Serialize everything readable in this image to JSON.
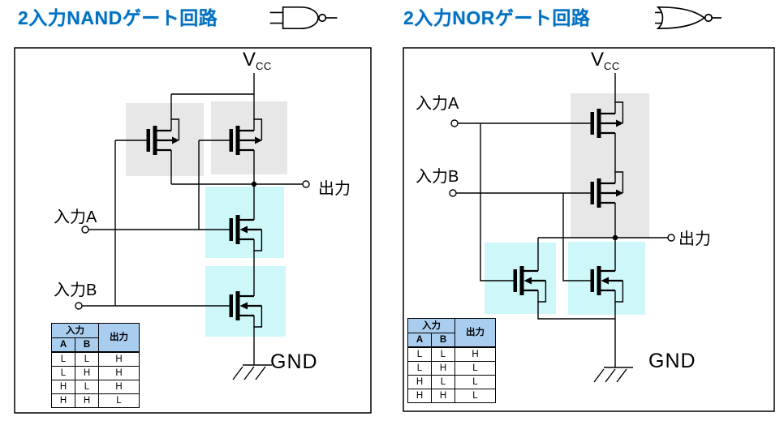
{
  "left_panel": {
    "title": "2入力NANDゲート回路",
    "gate_icon": "nand-gate-icon",
    "labels": {
      "vcc": "V",
      "vcc_sub": "CC",
      "gnd": "GND",
      "input_a": "入力A",
      "input_b": "入力B",
      "output": "出力"
    },
    "truth_table": {
      "input_header": "入力",
      "output_header": "出力",
      "col_a": "A",
      "col_b": "B",
      "rows": [
        [
          "L",
          "L",
          "H"
        ],
        [
          "L",
          "H",
          "H"
        ],
        [
          "H",
          "L",
          "H"
        ],
        [
          "H",
          "H",
          "L"
        ]
      ]
    }
  },
  "right_panel": {
    "title": "2入力NORゲート回路",
    "gate_icon": "nor-gate-icon",
    "labels": {
      "vcc": "V",
      "vcc_sub": "CC",
      "gnd": "GND",
      "input_a": "入力A",
      "input_b": "入力B",
      "output": "出力"
    },
    "truth_table": {
      "input_header": "入力",
      "output_header": "出力",
      "col_a": "A",
      "col_b": "B",
      "rows": [
        [
          "L",
          "L",
          "H"
        ],
        [
          "L",
          "H",
          "L"
        ],
        [
          "H",
          "L",
          "L"
        ],
        [
          "H",
          "H",
          "L"
        ]
      ]
    }
  },
  "colors": {
    "title_blue": "#0070C0",
    "table_header": "#A9CDEE",
    "pmos_highlight": "#E8E7E7",
    "nmos_highlight": "#CDF7F9"
  }
}
